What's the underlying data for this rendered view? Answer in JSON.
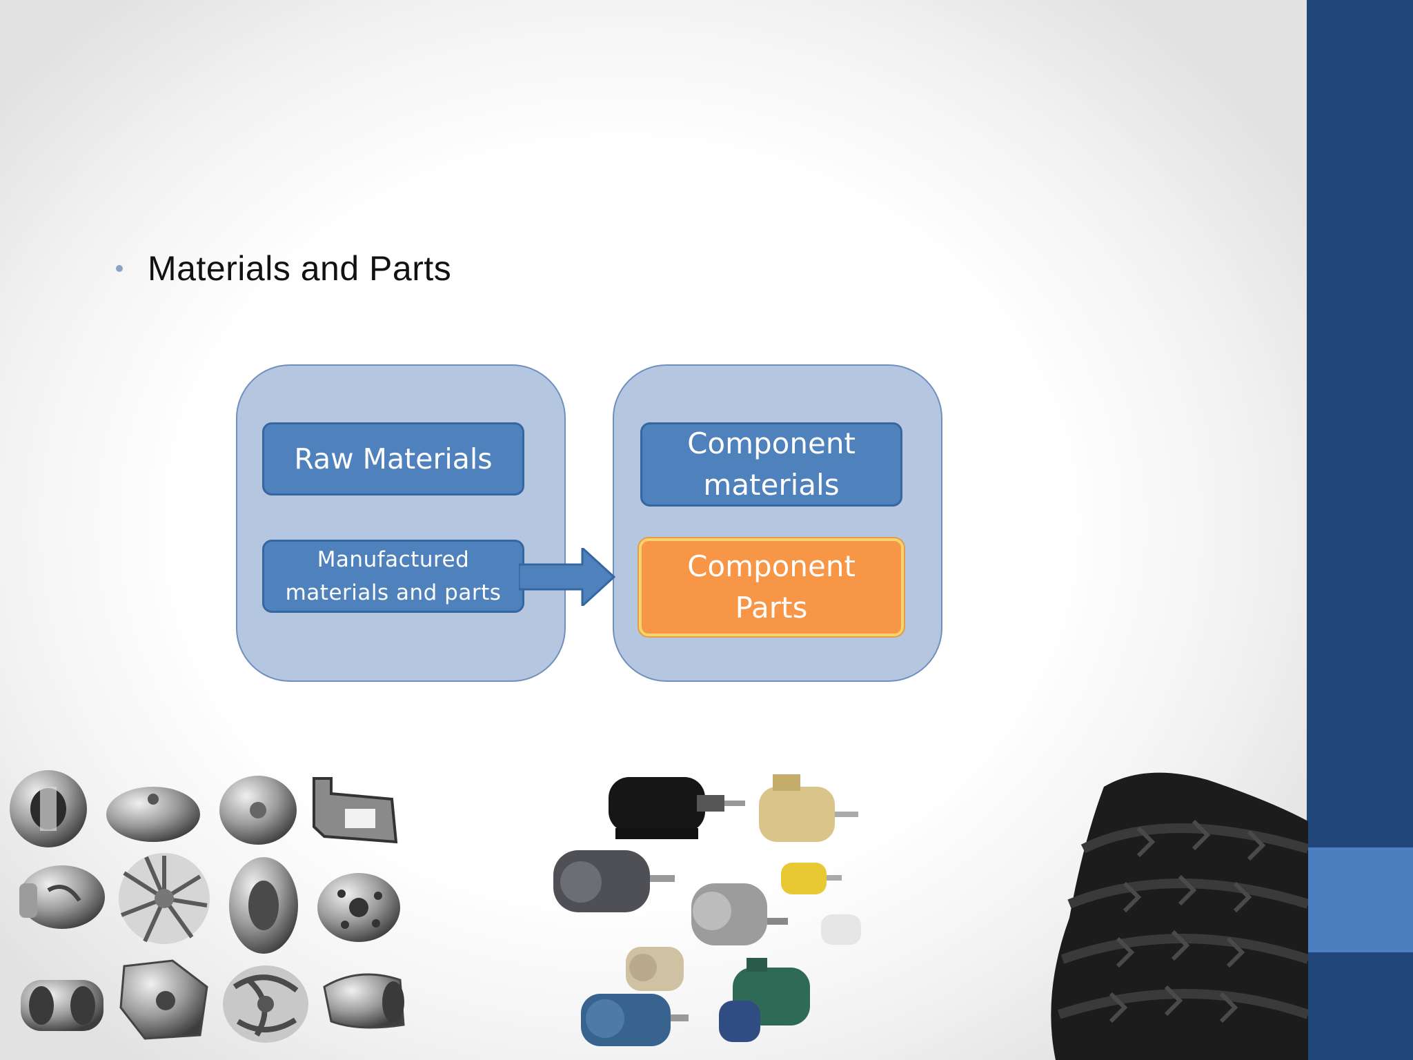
{
  "slide": {
    "bullet": "Materials and Parts",
    "colors": {
      "band_dark": "#21467a",
      "band_light": "#4c7fc0",
      "group_bg": "#b5c6e1",
      "node_blue": "#4f81bd",
      "node_orange": "#f79646"
    }
  },
  "diagram": {
    "left_group": {
      "nodes": [
        {
          "label": "Raw Materials"
        },
        {
          "label_lines": [
            "Manufactured",
            "materials and parts"
          ]
        }
      ]
    },
    "right_group": {
      "nodes": [
        {
          "label_lines": [
            "Component",
            "materials"
          ]
        },
        {
          "label_lines": [
            "Component",
            "Parts"
          ],
          "highlight": true
        }
      ]
    },
    "arrow": "right-arrow-icon"
  },
  "photos": {
    "left": "metal-castings-image",
    "middle": "electric-motors-image",
    "right": "tires-image"
  }
}
